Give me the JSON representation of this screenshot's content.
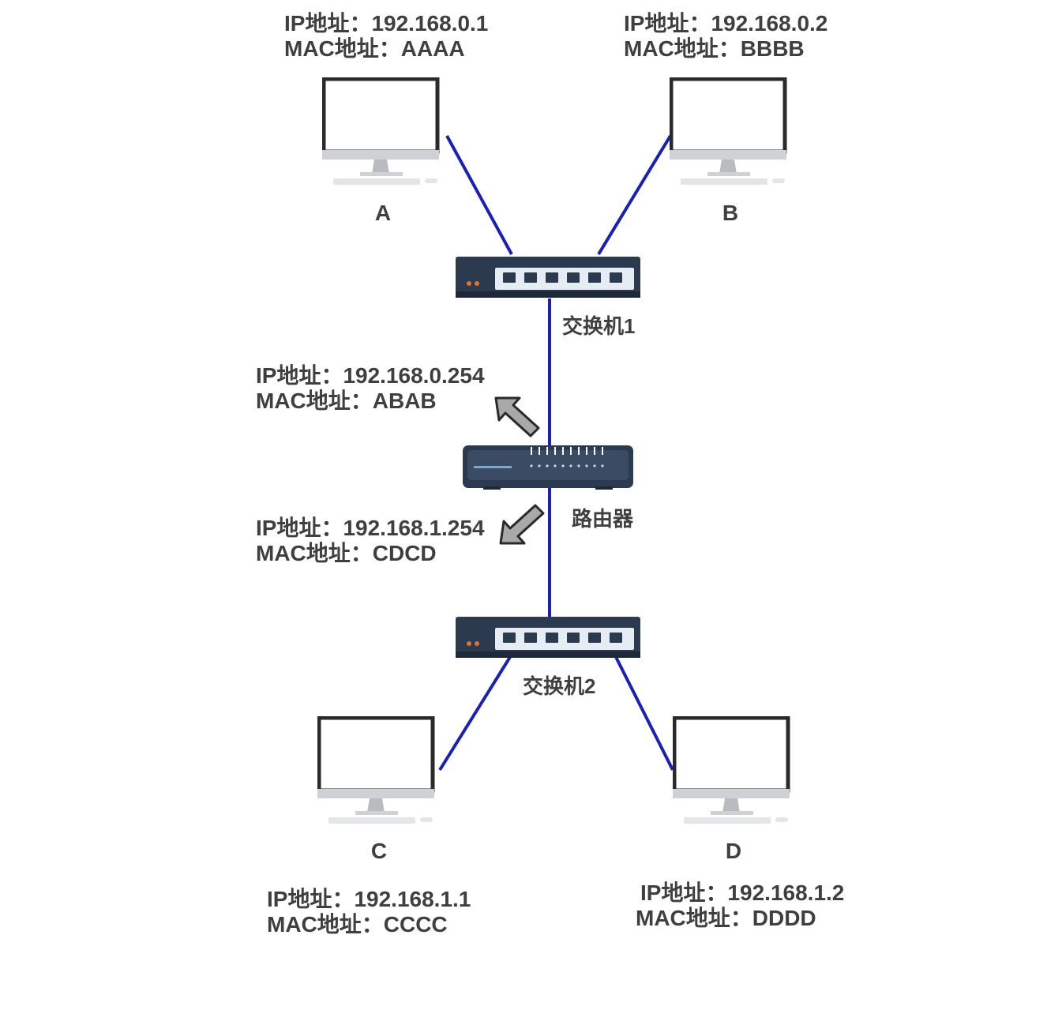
{
  "hosts": [
    {
      "id": "A",
      "ip_line": "IP地址：192.168.0.1",
      "mac_line": "MAC地址：AAAA"
    },
    {
      "id": "B",
      "ip_line": "IP地址：192.168.0.2",
      "mac_line": "MAC地址：BBBB"
    },
    {
      "id": "C",
      "ip_line": "IP地址：192.168.1.1",
      "mac_line": "MAC地址：CCCC"
    },
    {
      "id": "D",
      "ip_line": "IP地址：192.168.1.2",
      "mac_line": "MAC地址：DDDD"
    }
  ],
  "switches": [
    {
      "label": "交换机1"
    },
    {
      "label": "交换机2"
    }
  ],
  "router": {
    "label": "路由器",
    "interfaces": [
      {
        "ip_line": "IP地址：192.168.0.254",
        "mac_line": "MAC地址：ABAB"
      },
      {
        "ip_line": "IP地址：192.168.1.254",
        "mac_line": "MAC地址：CDCD"
      }
    ]
  },
  "colors": {
    "link": "#1a1fb5",
    "text": "#3f3f3f",
    "device_body": "#2b3a4f",
    "port_panel": "#e6ecf3",
    "led": "#e0703a",
    "arrow_fill": "#a9a9a9"
  }
}
